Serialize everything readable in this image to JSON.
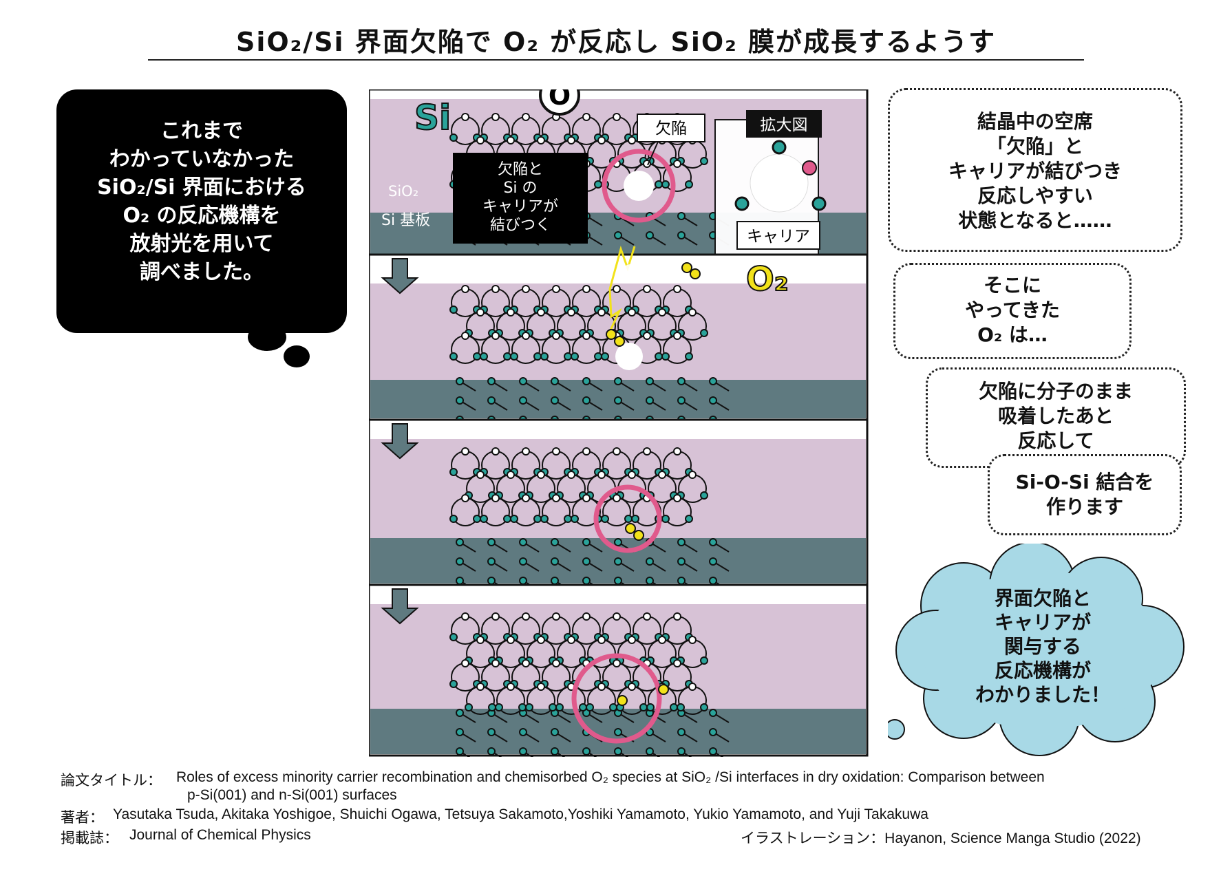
{
  "title": "SiO₂/Si 界面欠陥で O₂ が反応し SiO₂ 膜が成長するようす",
  "intro": "これまで\nわかっていなかった\nSiO₂/Si 界面における\nO₂ の反応機構を\n放射光を用いて\n調べました。",
  "labels": {
    "si": "Si",
    "o": "O",
    "o2": "O₂",
    "sio2": "SiO₂",
    "substrate": "Si 基板",
    "defect": "欠陥",
    "enlarged": "拡大図",
    "carrier": "キャリア",
    "bind_line1": "欠陥と",
    "bind_line2": "Si の",
    "bind_line3": "キャリアが",
    "bind_line4": "結びつく"
  },
  "callouts": {
    "c1": "結晶中の空席\n「欠陥」と\nキャリアが結びつき\n反応しやすい\n状態となると……",
    "c2": "そこに\nやってきた\nO₂ は…",
    "c3a": "欠陥に分子のまま\n吸着したあと\n反応して",
    "c3b": "Si-O-Si 結合を\n作ります",
    "cloud": "界面欠陥と\nキャリアが\n関与する\n反応機構が\nわかりました！"
  },
  "citation": {
    "title_label": "論文タイトル：",
    "title_text1": "Roles of excess minority carrier recombination and chemisorbed O₂ species at SiO₂ /Si interfaces in dry oxidation: Comparison between",
    "title_text2": "p-Si(001) and n-Si(001) surfaces",
    "authors_label": "著者：",
    "authors_text": "Yasutaka Tsuda, Akitaka Yoshigoe, Shuichi Ogawa, Tetsuya Sakamoto,Yoshiki Yamamoto, Yukio Yamamoto, and Yuji Takakuwa",
    "journal_label": "掲載誌：",
    "journal_text": "Journal of Chemical Physics",
    "illustration": "イラストレーション：Hayanon, Science Manga Studio (2022)"
  },
  "colors": {
    "sio2": "#d7c2d6",
    "substrate": "#5f7a80",
    "atom_si": "#2aa39a",
    "atom_o": "#ffffff",
    "ring": "#e05a8c",
    "o2": "#f2e21a",
    "cloud": "#a8d9e6"
  }
}
